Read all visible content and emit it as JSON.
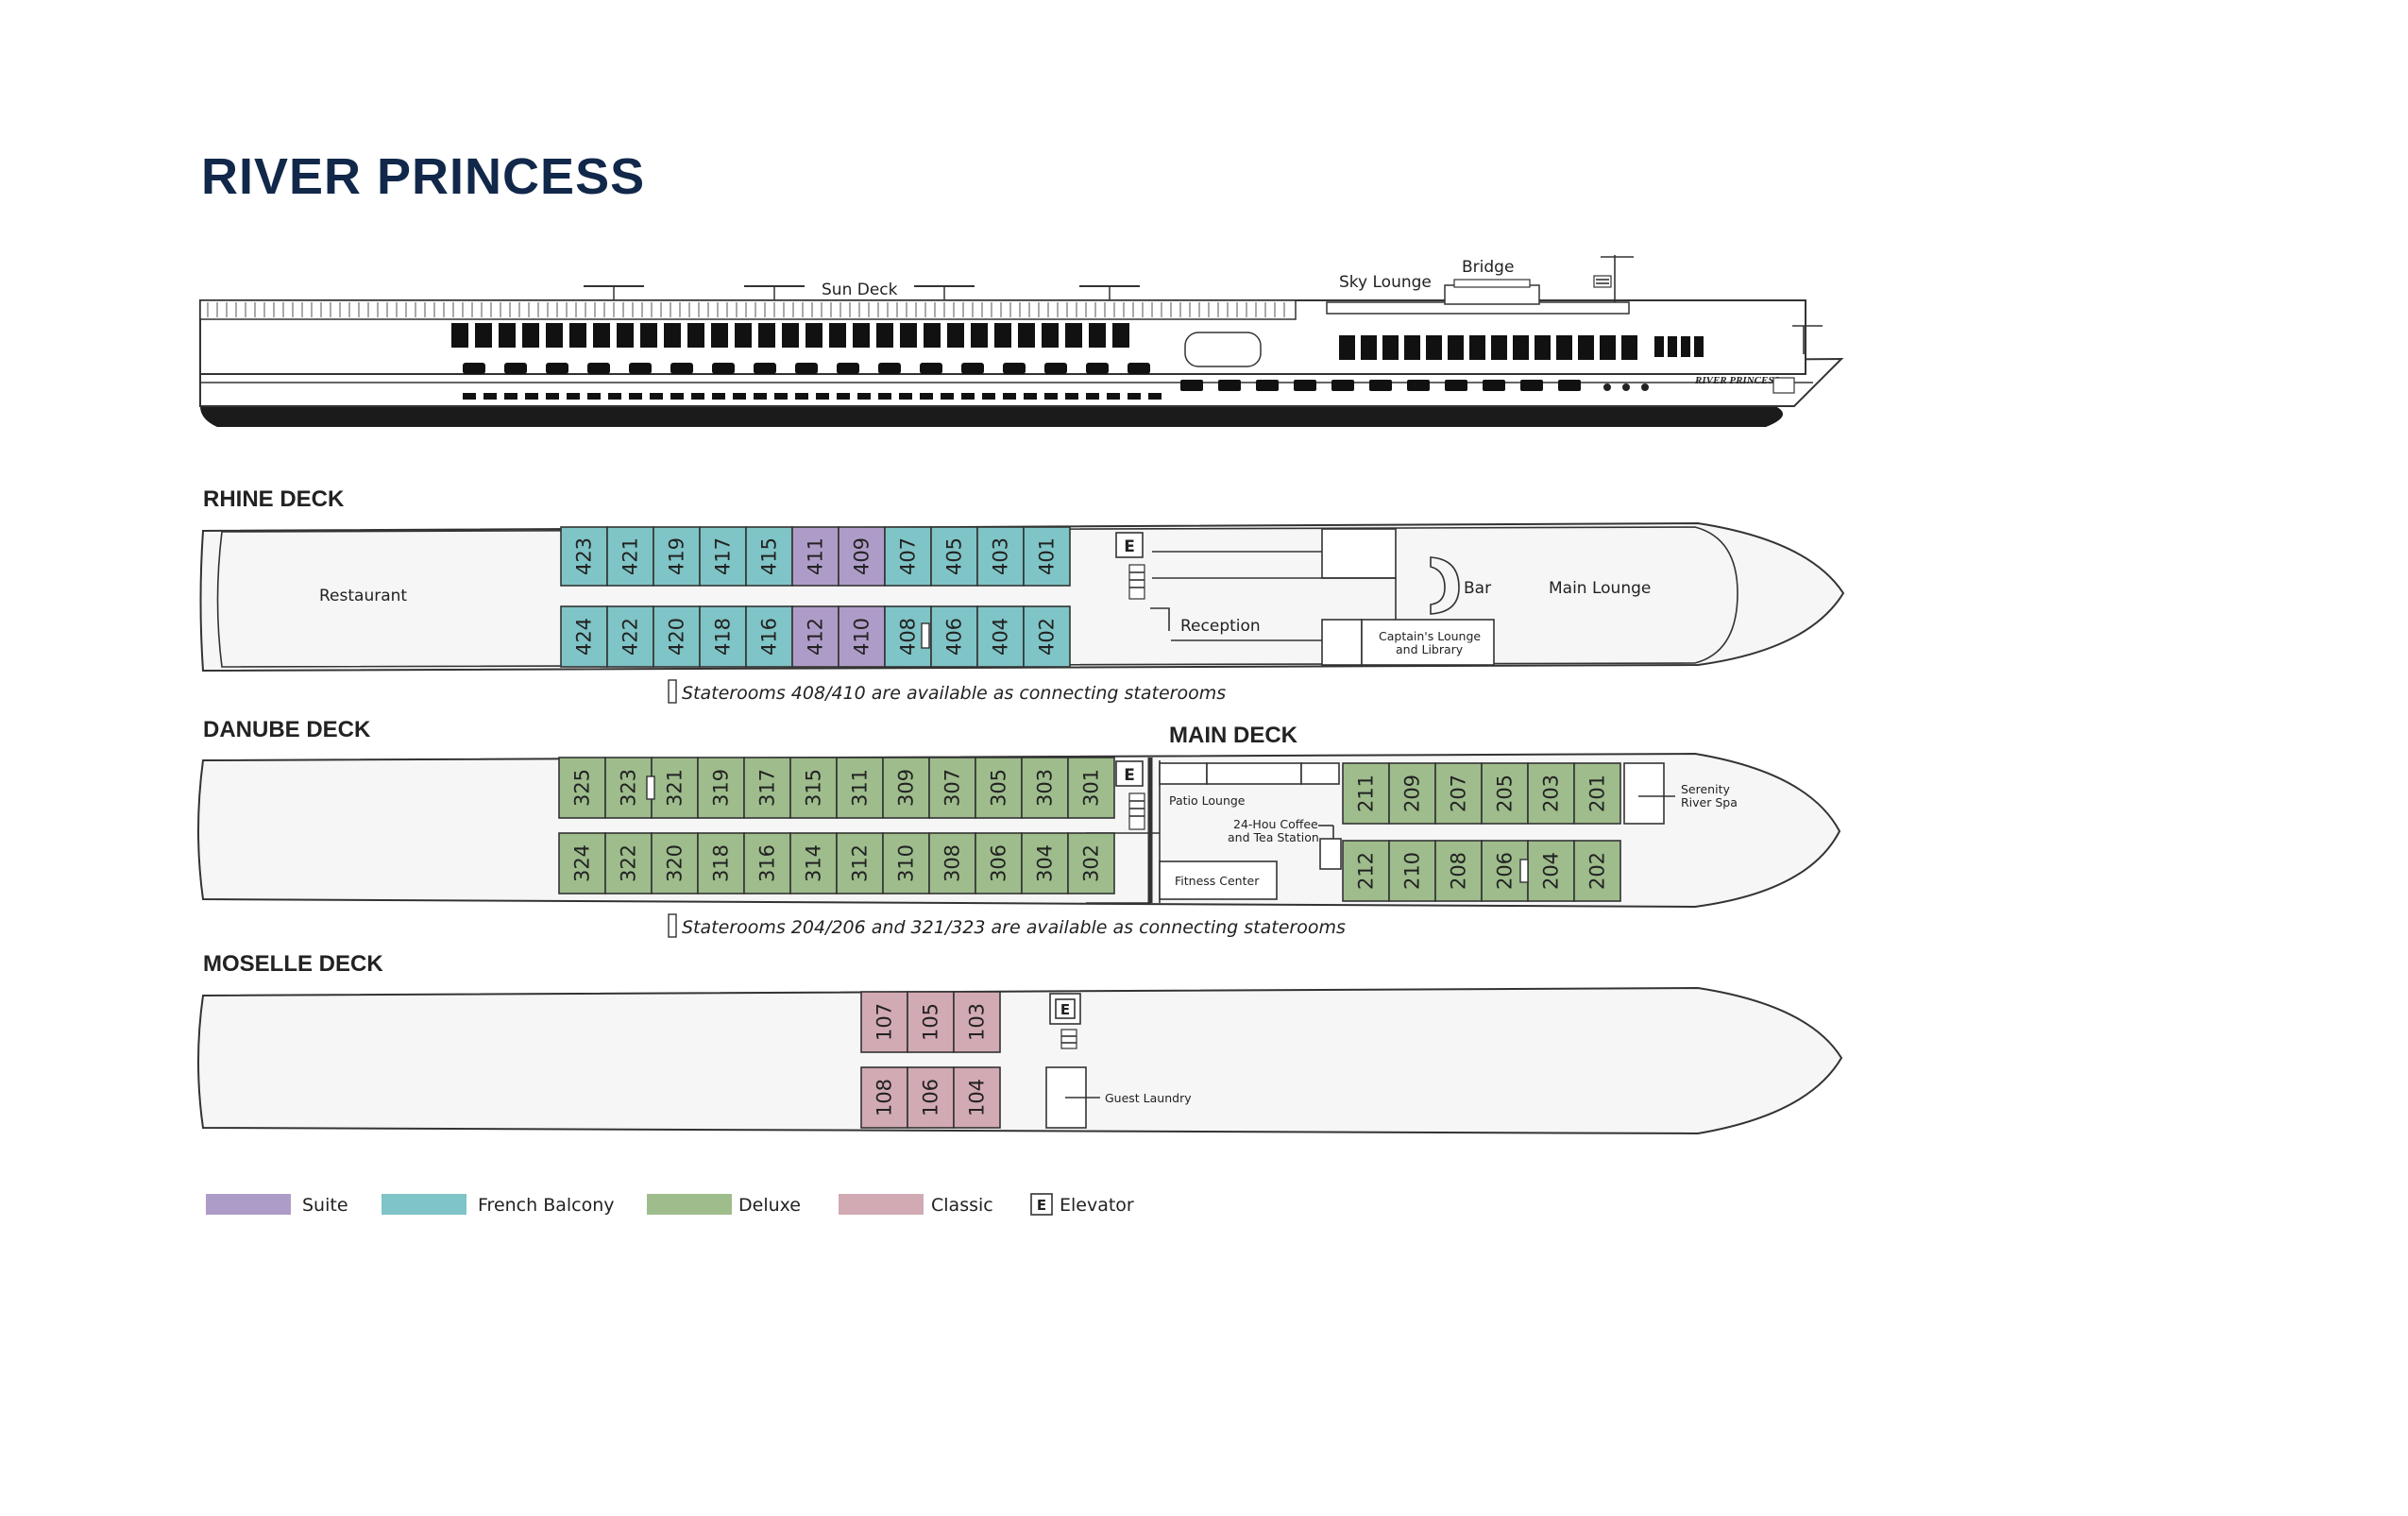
{
  "title": "RIVER PRINCESS",
  "colors": {
    "suite": "#ae9cc8",
    "french_balcony": "#7fc4c6",
    "deluxe": "#9ebc8c",
    "classic": "#d2aab4",
    "title": "#12284a"
  },
  "profile": {
    "labels": {
      "sun_deck": "Sun Deck",
      "sky_lounge": "Sky Lounge",
      "bridge": "Bridge",
      "ship_name": "RIVER PRINCESS"
    }
  },
  "decks": {
    "rhine": {
      "name": "RHINE DECK",
      "top_row": [
        "423",
        "421",
        "419",
        "417",
        "415",
        "411",
        "409",
        "407",
        "405",
        "403",
        "401"
      ],
      "bottom_row": [
        "424",
        "422",
        "420",
        "418",
        "416",
        "412",
        "410",
        "408",
        "406",
        "404",
        "402"
      ],
      "suites": [
        "411",
        "409",
        "412",
        "410"
      ],
      "rooms": {
        "restaurant": "Restaurant",
        "reception": "Reception",
        "bar": "Bar",
        "main_lounge": "Main Lounge",
        "captains_lounge_1": "Captain's Lounge",
        "captains_lounge_2": "and Library"
      },
      "note": "Staterooms 408/410 are available as connecting staterooms"
    },
    "danube": {
      "name": "DANUBE DECK",
      "top_row": [
        "325",
        "323",
        "321",
        "319",
        "317",
        "315",
        "311",
        "309",
        "307",
        "305",
        "303",
        "301"
      ],
      "bottom_row": [
        "324",
        "322",
        "320",
        "318",
        "316",
        "314",
        "312",
        "310",
        "308",
        "306",
        "304",
        "302"
      ],
      "note": "Staterooms 204/206 and 321/323 are available as connecting staterooms"
    },
    "main": {
      "name": "MAIN DECK",
      "top_row": [
        "211",
        "209",
        "207",
        "205",
        "203",
        "201"
      ],
      "bottom_row": [
        "212",
        "210",
        "208",
        "206",
        "204",
        "202"
      ],
      "rooms": {
        "patio_lounge": "Patio Lounge",
        "coffee_1": "24-Hou Coffee",
        "coffee_2": "and Tea Station",
        "fitness": "Fitness Center",
        "spa_1": "Serenity",
        "spa_2": "River Spa"
      }
    },
    "moselle": {
      "name": "MOSELLE DECK",
      "top_row": [
        "107",
        "105",
        "103"
      ],
      "bottom_row": [
        "108",
        "106",
        "104"
      ],
      "rooms": {
        "guest_laundry": "Guest Laundry"
      }
    }
  },
  "legend": {
    "suite": "Suite",
    "french_balcony": "French Balcony",
    "deluxe": "Deluxe",
    "classic": "Classic",
    "elevator_symbol": "E",
    "elevator": "Elevator"
  }
}
